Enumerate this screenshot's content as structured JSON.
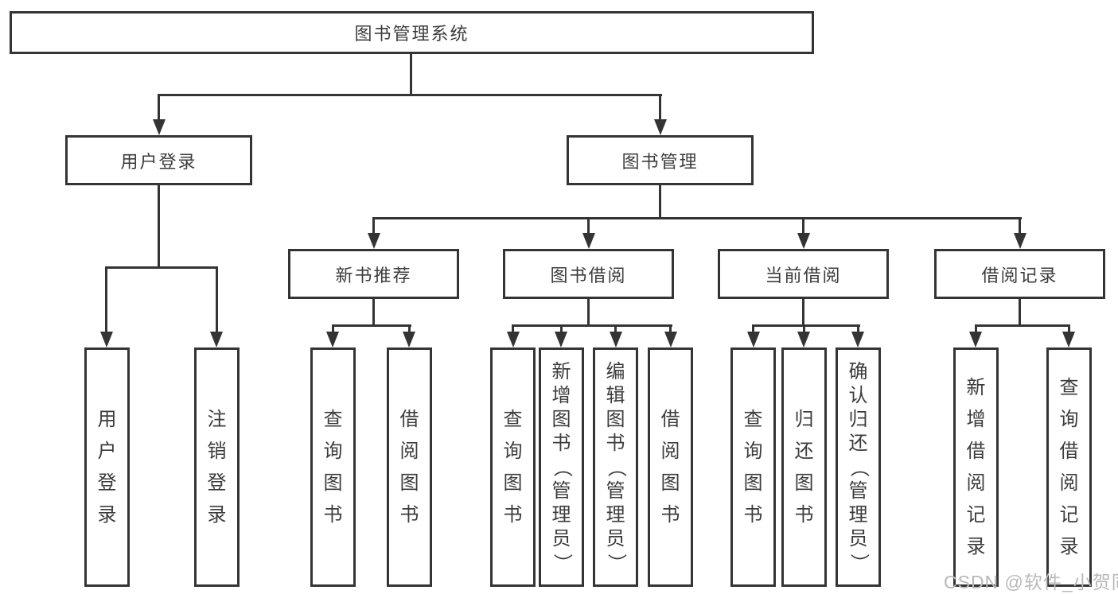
{
  "colors": {
    "line": "#343434",
    "text": "#3c3c3c",
    "watermark": "#b9b9b9"
  },
  "tree": {
    "root": "图书管理系统",
    "branches": [
      {
        "label": "用户登录",
        "leaves": [
          "用户登录",
          "注销登录"
        ]
      },
      {
        "label": "图书管理",
        "sections": [
          {
            "label": "新书推荐",
            "leaves": [
              "查询图书",
              "借阅图书"
            ]
          },
          {
            "label": "图书借阅",
            "leaves": [
              "查询图书",
              "新增图书（管理员）",
              "编辑图书（管理员）",
              "借阅图书"
            ]
          },
          {
            "label": "当前借阅",
            "leaves": [
              "查询图书",
              "归还图书",
              "确认归还（管理员）"
            ]
          },
          {
            "label": "借阅记录",
            "leaves": [
              "新增借阅记录",
              "查询借阅记录"
            ]
          }
        ]
      }
    ]
  },
  "watermark": {
    "text": "CSDN @软件_小贺同学"
  }
}
